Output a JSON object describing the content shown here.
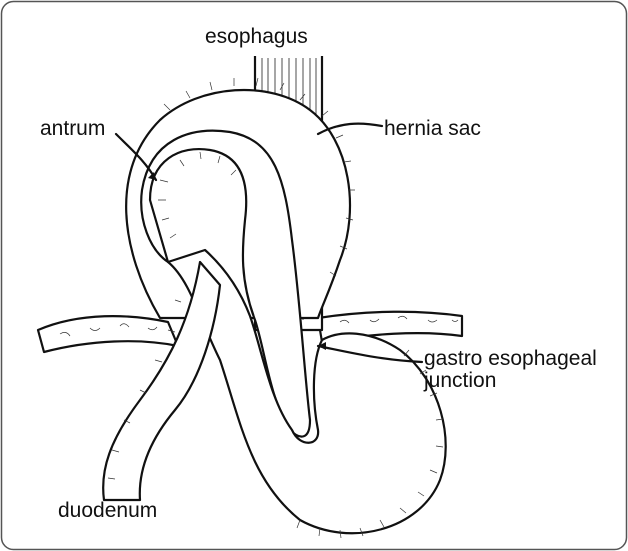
{
  "labels": {
    "esophagus": "esophagus",
    "antrum": "antrum",
    "hernia_sac": "hernia sac",
    "gej_line1": "gastro esophageal",
    "gej_line2": "junction",
    "duodenum": "duodenum"
  },
  "colors": {
    "line": "#111111",
    "background": "#ffffff",
    "frame": "#555555"
  }
}
